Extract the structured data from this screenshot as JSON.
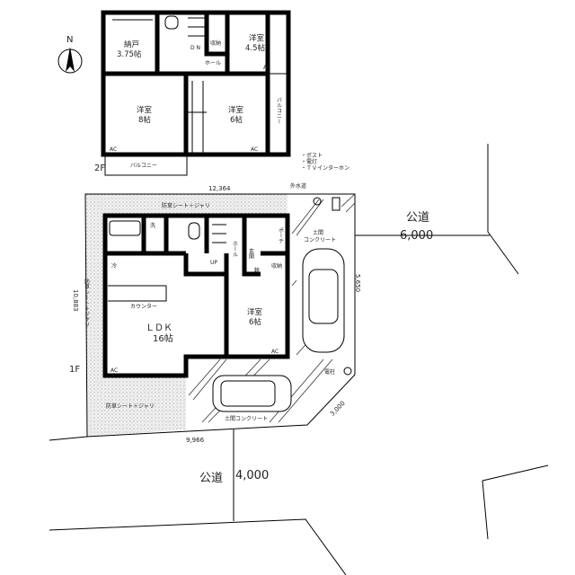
{
  "compass": {
    "north_label": "N"
  },
  "floor2": {
    "label": "2F",
    "rooms": {
      "storage_name": "納戸",
      "storage_size": "3.75帖",
      "western_a_name": "洋室",
      "western_a_size": "4.5帖",
      "hall": "ホール",
      "stairs": "D N",
      "closet": "収納",
      "western_b_name": "洋室",
      "western_b_size": "8帖",
      "western_c_name": "洋室",
      "western_c_size": "6帖",
      "balcony_side": "バルコニー",
      "balcony_bottom": "バルコニー"
    },
    "ac_labels": [
      "AC",
      "AC",
      "AC"
    ]
  },
  "floor1": {
    "label": "1F",
    "rooms": {
      "ldk_name": "ＬＤＫ",
      "ldk_size": "16帖",
      "western_name": "洋室",
      "western_size": "6帖",
      "counter": "カウンター",
      "entrance": "玄関",
      "porch": "ポーチ",
      "hall": "ホール",
      "stairs": "UP",
      "closet": "収納",
      "wash": "洗",
      "fridge": "冷",
      "shoes": "靴"
    },
    "ac_labels": [
      "AC",
      "AC"
    ],
    "exterior": {
      "gravel_top": "防草シート＋ジャリ",
      "gravel_left": "防草シート＋ジャリ",
      "gravel_bottom": "防草シート＋ジャリ",
      "concrete_right_1": "土間",
      "concrete_right_2": "コンクリート",
      "concrete_bottom": "土間コンクリート",
      "water_tap": "外水道",
      "utility_pole": "電柱",
      "post_items": [
        "・ポスト",
        "・電灯",
        "・ＴＶインターホン"
      ]
    }
  },
  "dimensions": {
    "top": "12,364",
    "left": "10,883",
    "bottom": "9,966",
    "right": "5,650",
    "corner": "3,000"
  },
  "roads": [
    {
      "label": "公道",
      "width": "6,000"
    },
    {
      "label": "公道",
      "width": "4,000"
    }
  ]
}
